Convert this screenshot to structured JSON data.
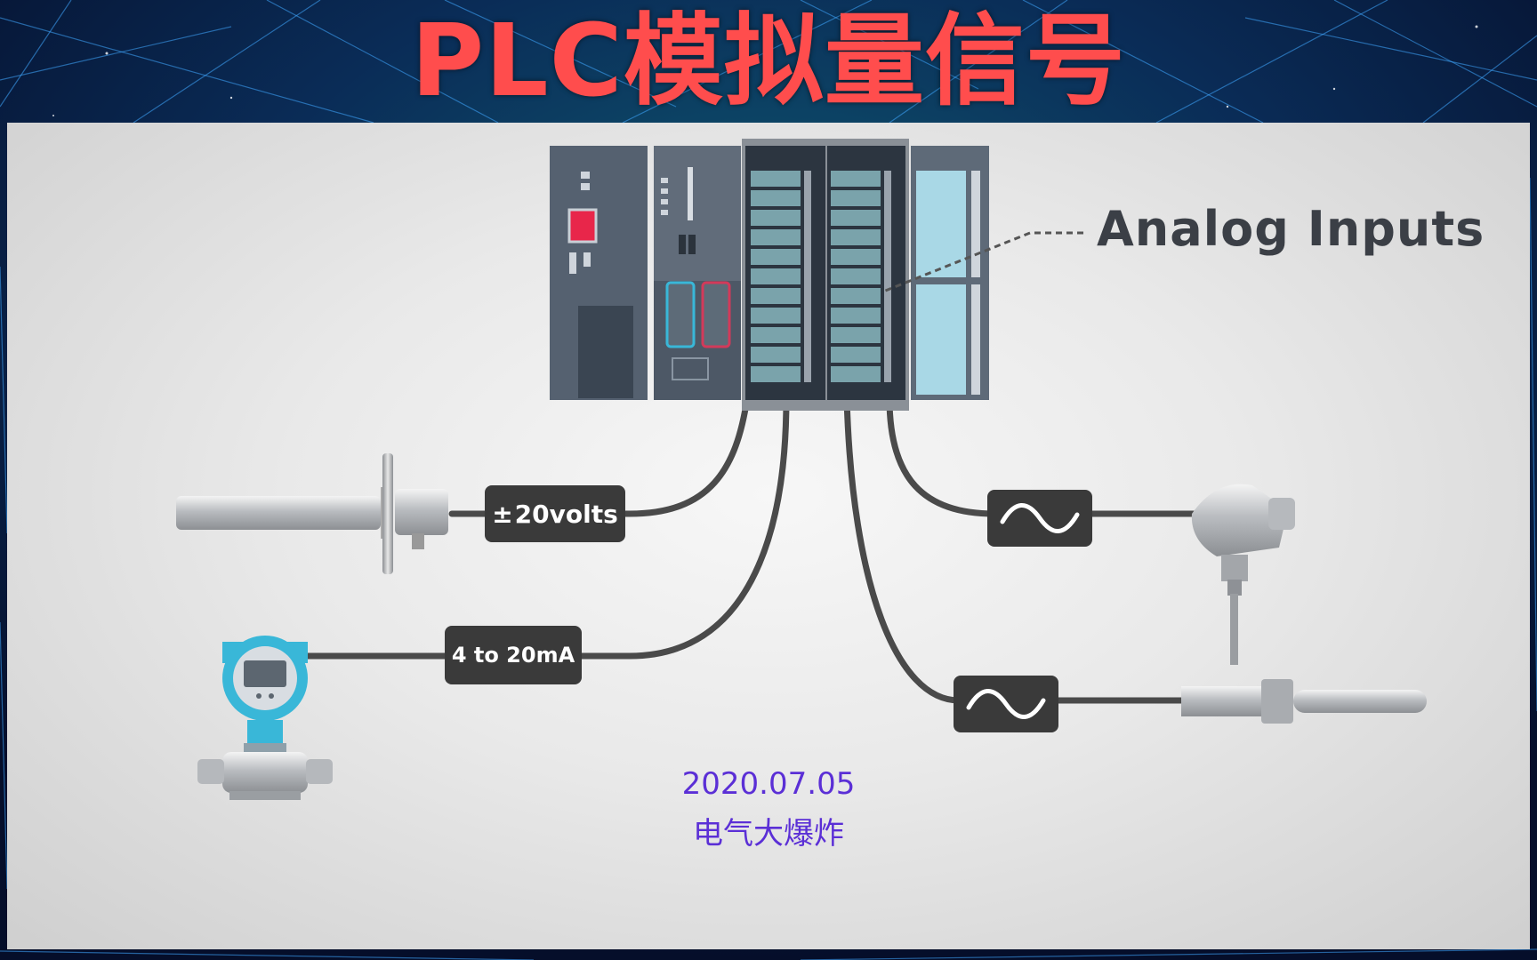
{
  "title": "PLC模拟量信号",
  "callout": {
    "label": "Analog Inputs"
  },
  "signals": {
    "voltage": {
      "sign": "±",
      "text": "20volts"
    },
    "current": "4 to 20mA"
  },
  "footer": {
    "date": "2020.07.05",
    "author": "电气大爆炸"
  },
  "colors": {
    "title": "#ff4d4d",
    "footer": "#5b2fd6",
    "label_box": "#3a3a3a",
    "cable": "#4a4a4a",
    "transmitter_accent": "#39b7d8",
    "module_window": "#a9d8e6"
  }
}
